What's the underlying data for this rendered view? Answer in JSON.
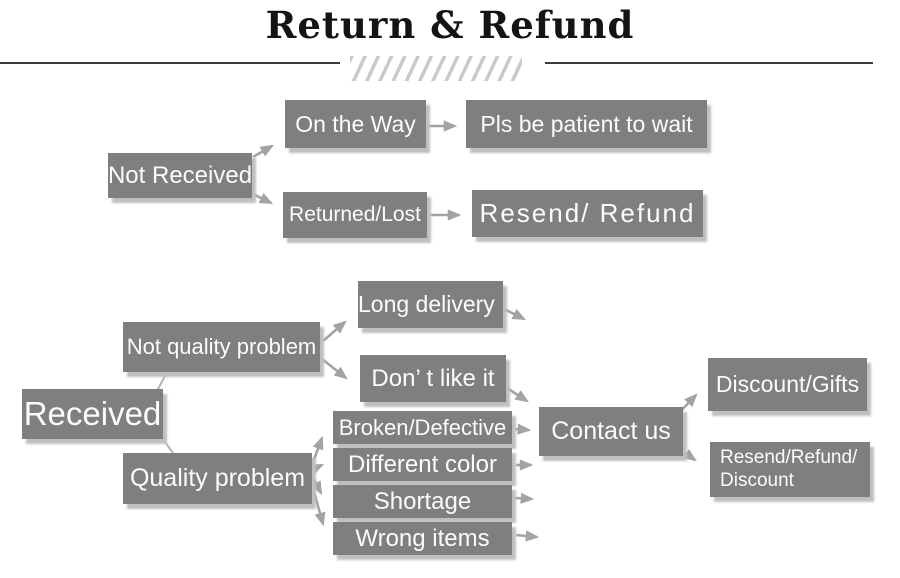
{
  "title": "Return & Refund",
  "colors": {
    "box_fill": "#7f7f7f",
    "box_text": "#fbfbfb",
    "box_shadow": "#bfbfbf",
    "arrow": "#a3a3a3",
    "connector_line": "#b5b5b5",
    "title_text": "#141414",
    "header_rule": "#3c3c3c",
    "hatch_stripes": "#c9c9c9",
    "background": "#ffffff"
  },
  "nodes": {
    "not_received": {
      "label": "Not Received"
    },
    "on_the_way": {
      "label": "On the Way"
    },
    "pls_wait": {
      "label": "Pls be patient to wait"
    },
    "returned_lost": {
      "label": "Returned/Lost"
    },
    "resend_refund": {
      "label": "Resend/ Refund"
    },
    "received": {
      "label": "Received"
    },
    "not_quality_problem": {
      "label": "Not quality problem"
    },
    "long_delivery": {
      "label": "Long delivery"
    },
    "dont_like_it": {
      "label": "Don’ t like it"
    },
    "quality_problem": {
      "label": "Quality problem"
    },
    "broken_defective": {
      "label": "Broken/Defective"
    },
    "different_color": {
      "label": "Different color"
    },
    "shortage": {
      "label": "Shortage"
    },
    "wrong_items": {
      "label": "Wrong items"
    },
    "contact_us": {
      "label": "Contact us"
    },
    "discount_gifts": {
      "label": "Discount/Gifts"
    },
    "resend_refund_discount": {
      "label": "Resend/Refund/\nDiscount"
    }
  },
  "edges": [
    {
      "from": "not_received",
      "to": "on_the_way"
    },
    {
      "from": "not_received",
      "to": "returned_lost"
    },
    {
      "from": "on_the_way",
      "to": "pls_wait"
    },
    {
      "from": "returned_lost",
      "to": "resend_refund"
    },
    {
      "from": "received",
      "to": "not_quality_problem"
    },
    {
      "from": "received",
      "to": "quality_problem"
    },
    {
      "from": "not_quality_problem",
      "to": "long_delivery"
    },
    {
      "from": "not_quality_problem",
      "to": "dont_like_it"
    },
    {
      "from": "long_delivery",
      "to": "contact_us"
    },
    {
      "from": "dont_like_it",
      "to": "contact_us"
    },
    {
      "from": "quality_problem",
      "to": "broken_defective"
    },
    {
      "from": "quality_problem",
      "to": "different_color"
    },
    {
      "from": "quality_problem",
      "to": "shortage"
    },
    {
      "from": "quality_problem",
      "to": "wrong_items"
    },
    {
      "from": "broken_defective",
      "to": "contact_us"
    },
    {
      "from": "different_color",
      "to": "contact_us"
    },
    {
      "from": "shortage",
      "to": "contact_us"
    },
    {
      "from": "wrong_items",
      "to": "contact_us"
    },
    {
      "from": "contact_us",
      "to": "discount_gifts"
    },
    {
      "from": "contact_us",
      "to": "resend_refund_discount"
    }
  ]
}
